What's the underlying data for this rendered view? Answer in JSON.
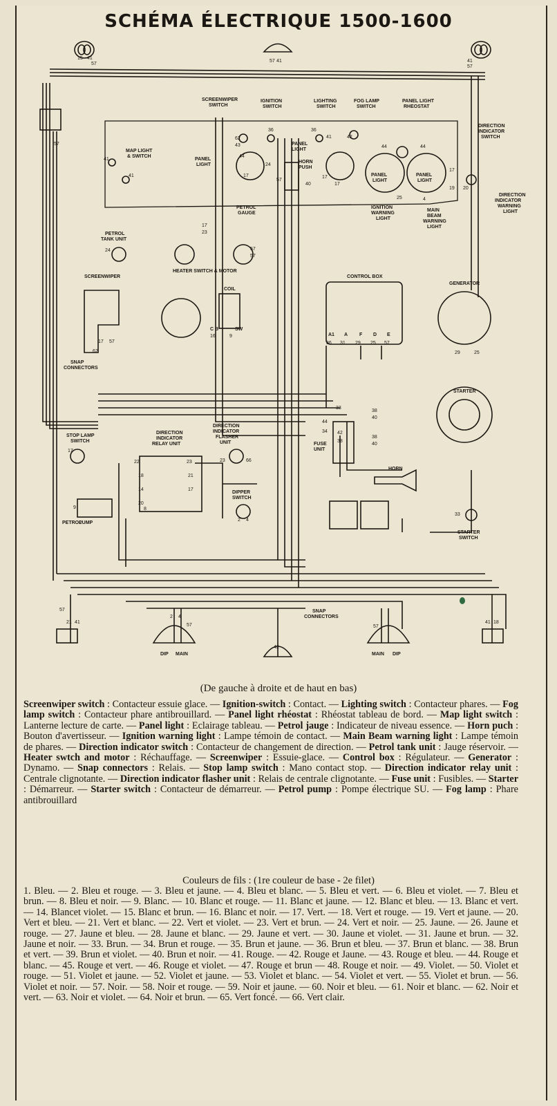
{
  "title": "SCHÉMA ÉLECTRIQUE 1500-1600",
  "diagram": {
    "labels": {
      "screenwiper_switch": [
        "SCREENWIPER",
        "SWITCH"
      ],
      "ignition_switch": [
        "IGNITION",
        "SWITCH"
      ],
      "lighting_switch": [
        "LIGHTING",
        "SWITCH"
      ],
      "fog_lamp_switch": [
        "FOG LAMP",
        "SWITCH"
      ],
      "panel_light_rheostat": [
        "PANEL LIGHT",
        "RHEOSTAT"
      ],
      "direction_indicator_switch": [
        "DIRECTION",
        "INDICATOR",
        "SWITCH"
      ],
      "map_light_switch": [
        "MAP LIGHT",
        "& SWITCH"
      ],
      "panel_light_left": [
        "PANEL",
        "LIGHT"
      ],
      "panel_light_mid": [
        "PANEL",
        "LIGHT"
      ],
      "panel_light_a": [
        "PANEL",
        "LIGHT"
      ],
      "panel_light_b": [
        "PANEL",
        "LIGHT"
      ],
      "horn_push": [
        "HORN",
        "PUSH"
      ],
      "petrol_gauge": [
        "PETROL",
        "GAUGE"
      ],
      "ignition_warning_light": [
        "IGNITION",
        "WARNING",
        "LIGHT"
      ],
      "main_beam_warning_light": [
        "MAIN",
        "BEAM",
        "WARNING",
        "LIGHT"
      ],
      "direction_indicator_warning_light": [
        "DIRECTION",
        "INDICATOR",
        "WARNING",
        "LIGHT"
      ],
      "petrol_tank_unit": [
        "PETROL",
        "TANK UNIT"
      ],
      "heater_switch_motor": "HEATER SWITCH & MOTOR",
      "screenwiper": "SCREENWIPER",
      "coil": "COIL",
      "control_box": "CONTROL BOX",
      "generator": "GENERATOR",
      "snap_connectors_left": [
        "SNAP",
        "CONNECTORS"
      ],
      "starter": "STARTER",
      "stop_lamp_switch": [
        "STOP LAMP",
        "SWITCH"
      ],
      "direction_indicator_relay_unit": [
        "DIRECTION",
        "INDICATOR",
        "RELAY UNIT"
      ],
      "direction_indicator_flasher_unit": [
        "DIRECTION",
        "INDICATOR",
        "FLASHER",
        "UNIT"
      ],
      "fuse_unit": [
        "FUSE",
        "UNIT"
      ],
      "horn": "HORN",
      "dipper_switch": [
        "DIPPER",
        "SWITCH"
      ],
      "petrol_pump": [
        "PETROL",
        "PUMP"
      ],
      "starter_switch": [
        "STARTER",
        "SWITCH"
      ],
      "snap_connectors_bottom": [
        "SNAP",
        "CONNECTORS"
      ],
      "dip_left": "DIP",
      "main_left": "MAIN",
      "main_right": "MAIN",
      "dip_right": "DIP",
      "control_box_terminals": [
        "A1",
        "A",
        "F",
        "D",
        "E"
      ],
      "coil_cb": "C B",
      "coil_sw": "SW"
    },
    "wire_numbers": {
      "n15": "15",
      "n41a": "41",
      "n57a": "57",
      "n57b": "57",
      "n41b": "41",
      "n41c": "41",
      "n57c": "57",
      "n57d": "57",
      "n62": "62",
      "n43": "43",
      "n36a": "36",
      "n36b": "36",
      "n41d": "41",
      "n42": "42",
      "n44a": "44",
      "n44b": "44",
      "n44c": "44",
      "n41e": "41",
      "n41f": "41",
      "n17a": "17",
      "n24a": "24",
      "n57e": "57",
      "n40a": "40",
      "n17b": "17",
      "n17c": "17",
      "n17d": "17",
      "n19": "19",
      "n20": "20",
      "n4": "4",
      "n25a": "25",
      "n24b": "24",
      "n23a": "23",
      "n17e": "17",
      "n57f": "57",
      "n57g": "57",
      "n16": "16",
      "n9a": "9",
      "n36c": "36",
      "n31": "31",
      "n29a": "29",
      "n25b": "25",
      "n57h": "57",
      "n29b": "29",
      "n25c": "25",
      "n62b": "62",
      "n17f": "17",
      "n57i": "57",
      "n33a": "33",
      "n44d": "44",
      "n34": "34",
      "n42b": "42",
      "n38a": "38",
      "n38b": "38",
      "n40b": "40",
      "n38c": "38",
      "n40c": "40",
      "n17g": "17",
      "n22": "22",
      "n23b": "23",
      "n18": "18",
      "n21": "21",
      "n14": "14",
      "n17h": "17",
      "n20b": "20",
      "n8": "8",
      "n23c": "23",
      "n66": "66",
      "n2": "2",
      "n4b": "4",
      "n9b": "9",
      "n33b": "33",
      "n57j": "57",
      "n21b": "21",
      "n41g": "41",
      "n2b": "2",
      "n4c": "4",
      "n57k": "57",
      "n42c": "42",
      "n57l": "57",
      "n41h": "41",
      "n18b": "18"
    }
  },
  "reading_order": "(De gauche à droite et de haut en bas)",
  "glossary": [
    {
      "en": "Screenwiper switch",
      "fr": "Contacteur essuie glace."
    },
    {
      "en": "Ignition-switch",
      "fr": "Contact."
    },
    {
      "en": "Lighting switch",
      "fr": "Contacteur phares."
    },
    {
      "en": "Fog lamp switch",
      "fr": "Contacteur phare antibrouillard."
    },
    {
      "en": "Panel light rhéostat",
      "fr": "Rhéostat tableau de bord."
    },
    {
      "en": "Map light switch",
      "fr": "Lanterne lecture de carte."
    },
    {
      "en": "Panel light",
      "fr": "Eclairage tableau."
    },
    {
      "en": "Petrol jauge",
      "fr": "Indicateur de niveau essence."
    },
    {
      "en": "Horn puch",
      "fr": "Bouton d'avertisseur."
    },
    {
      "en": "Ignition warning light",
      "fr": "Lampe témoin de contact."
    },
    {
      "en": "Main Beam warning light",
      "fr": "Lampe témoin de phares."
    },
    {
      "en": "Direction indicator switch",
      "fr": "Contacteur de changement de direction."
    },
    {
      "en": "Petrol tank unit",
      "fr": "Jauge réservoir."
    },
    {
      "en": "Heater swtch and motor",
      "fr": "Réchauffage."
    },
    {
      "en": "Screenwiper",
      "fr": "Essuie-glace."
    },
    {
      "en": "Control box",
      "fr": "Régulateur."
    },
    {
      "en": "Generator",
      "fr": "Dynamo."
    },
    {
      "en": "Snap connectors",
      "fr": "Relais."
    },
    {
      "en": "Stop lamp switch",
      "fr": "Mano contact stop."
    },
    {
      "en": "Direction indicator relay unit",
      "fr": "Centrale clignotante."
    },
    {
      "en": "Direction indicator flasher unit",
      "fr": "Relais de centrale clignotante."
    },
    {
      "en": "Fuse unit",
      "fr": "Fusibles."
    },
    {
      "en": "Starter",
      "fr": "Démarreur."
    },
    {
      "en": "Starter switch",
      "fr": "Contacteur de démarreur."
    },
    {
      "en": "Petrol pump",
      "fr": "Pompe électrique SU."
    },
    {
      "en": "Fog lamp",
      "fr": "Phare antibrouillard"
    }
  ],
  "colors_title": "Couleurs de fils : (1re couleur de base - 2e filet)",
  "wire_colors": [
    "1. Bleu.",
    "2. Bleu et rouge.",
    "3. Bleu et jaune.",
    "4. Bleu et blanc.",
    "5. Bleu et vert.",
    "6. Bleu et violet.",
    "7. Bleu et brun.",
    "8. Bleu et noir.",
    "9. Blanc.",
    "10. Blanc et rouge.",
    "11. Blanc et jaune.",
    "12. Blanc et bleu.",
    "13. Blanc et vert.",
    "14. Blancet violet.",
    "15. Blanc et brun.",
    "16. Blanc et noir.",
    "17. Vert.",
    "18. Vert et rouge.",
    "19. Vert et jaune.",
    "20. Vert et bleu.",
    "21. Vert et blanc.",
    "22. Vert et violet.",
    "23. Vert et brun.",
    "24. Vert et noir.",
    "25. Jaune.",
    "26. Jaune et rouge.",
    "27. Jaune et bleu.",
    "28. Jaune et blanc.",
    "29. Jaune et vert.",
    "30. Jaune et violet.",
    "31. Jaune et brun.",
    "32. Jaune et noir.",
    "33. Brun.",
    "34. Brun et rouge.",
    "35. Brun et jaune.",
    "36. Brun et bleu.",
    "37. Brun et blanc.",
    "38. Brun et vert.",
    "39. Brun et violet.",
    "40. Brun et noir.",
    "41. Rouge.",
    "42. Rouge et Jaune.",
    "43. Rouge et bleu.",
    "44. Rouge et blanc.",
    "45. Rouge et vert.",
    "46. Rouge et violet.",
    "47. Rouge et brun",
    "48. Rouge et noir.",
    "49. Violet.",
    "50. Violet et rouge.",
    "51. Violet et jaune.",
    "52. Violet et jaune.",
    "53. Violet et blanc.",
    "54. Violet et vert.",
    "55. Violet et brun.",
    "56. Violet et noir.",
    "57. Noir.",
    "58. Noir et rouge.",
    "59. Noir et jaune.",
    "60. Noir et bleu.",
    "61. Noir et blanc.",
    "62. Noir et vert.",
    "63. Noir et violet.",
    "64. Noir et brun.",
    "65. Vert foncé.",
    "66. Vert clair."
  ],
  "colors": {
    "paper": "#ece5d2",
    "ink": "#1b1712"
  }
}
